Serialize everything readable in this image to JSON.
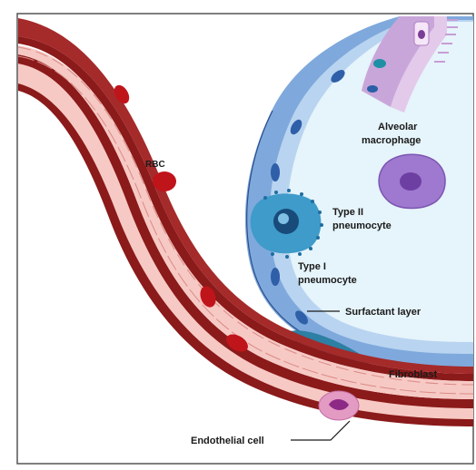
{
  "labels": {
    "rbc": "RBC",
    "alveolar_macrophage_line1": "Alveolar",
    "alveolar_macrophage_line2": "macrophage",
    "type2_line1": "Type II",
    "type2_line2": "pneumocyte",
    "type1_line1": "Type I",
    "type1_line2": "pneumocyte",
    "surfactant": "Surfactant layer",
    "fibroblast": "Fibroblast",
    "endothelial": "Endothelial cell"
  },
  "colors": {
    "vessel_wall": "#8b1a1a",
    "vessel_lumen": "#f7c9c4",
    "rbc": "#c0141b",
    "alveolus": "#e6f4fb",
    "alveolar_wall": "#7fa9dc",
    "macrophage": "#9f79cf",
    "type2": "#3f9bc9",
    "fibroblast": "#2d7fa3",
    "endothelial_cell": "#e39ac3",
    "frame": "#555555"
  }
}
